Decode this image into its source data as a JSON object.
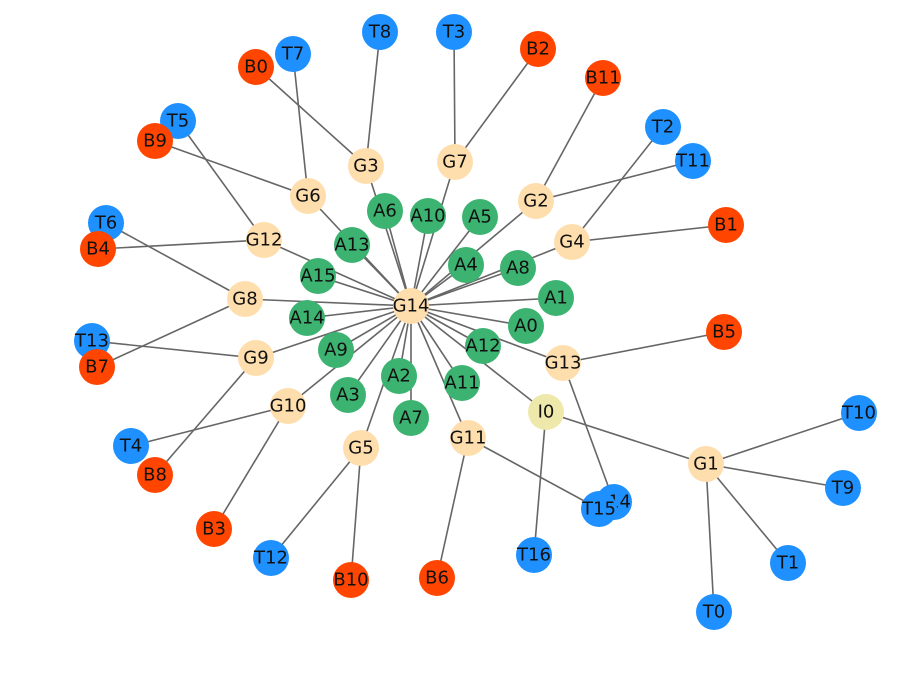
{
  "colors": {
    "A": "#3cb371",
    "G": "#ffdead",
    "T": "#1e90ff",
    "B": "#ff4500",
    "I": "#eee8aa",
    "edge": "#666666"
  },
  "nodes": [
    {
      "id": "G14",
      "group": "G"
    },
    {
      "id": "A0",
      "group": "A"
    },
    {
      "id": "A1",
      "group": "A"
    },
    {
      "id": "A2",
      "group": "A"
    },
    {
      "id": "A3",
      "group": "A"
    },
    {
      "id": "A4",
      "group": "A"
    },
    {
      "id": "A5",
      "group": "A"
    },
    {
      "id": "A6",
      "group": "A"
    },
    {
      "id": "A7",
      "group": "A"
    },
    {
      "id": "A8",
      "group": "A"
    },
    {
      "id": "A9",
      "group": "A"
    },
    {
      "id": "A10",
      "group": "A"
    },
    {
      "id": "A11",
      "group": "A"
    },
    {
      "id": "A12",
      "group": "A"
    },
    {
      "id": "A13",
      "group": "A"
    },
    {
      "id": "A14",
      "group": "A"
    },
    {
      "id": "A15",
      "group": "A"
    },
    {
      "id": "G1",
      "group": "G"
    },
    {
      "id": "G2",
      "group": "G"
    },
    {
      "id": "G3",
      "group": "G"
    },
    {
      "id": "G4",
      "group": "G"
    },
    {
      "id": "G5",
      "group": "G"
    },
    {
      "id": "G6",
      "group": "G"
    },
    {
      "id": "G7",
      "group": "G"
    },
    {
      "id": "G8",
      "group": "G"
    },
    {
      "id": "G9",
      "group": "G"
    },
    {
      "id": "G10",
      "group": "G"
    },
    {
      "id": "G11",
      "group": "G"
    },
    {
      "id": "G12",
      "group": "G"
    },
    {
      "id": "G13",
      "group": "G"
    },
    {
      "id": "I0",
      "group": "I"
    },
    {
      "id": "T0",
      "group": "T"
    },
    {
      "id": "T1",
      "group": "T"
    },
    {
      "id": "T2",
      "group": "T"
    },
    {
      "id": "T3",
      "group": "T"
    },
    {
      "id": "T4",
      "group": "T"
    },
    {
      "id": "T5",
      "group": "T"
    },
    {
      "id": "T6",
      "group": "T"
    },
    {
      "id": "T7",
      "group": "T"
    },
    {
      "id": "T8",
      "group": "T"
    },
    {
      "id": "T9",
      "group": "T"
    },
    {
      "id": "T10",
      "group": "T"
    },
    {
      "id": "T11",
      "group": "T"
    },
    {
      "id": "T12",
      "group": "T"
    },
    {
      "id": "T13",
      "group": "T"
    },
    {
      "id": "T14",
      "group": "T"
    },
    {
      "id": "T15",
      "group": "T"
    },
    {
      "id": "T16",
      "group": "T"
    },
    {
      "id": "B0",
      "group": "B"
    },
    {
      "id": "B1",
      "group": "B"
    },
    {
      "id": "B2",
      "group": "B"
    },
    {
      "id": "B3",
      "group": "B"
    },
    {
      "id": "B4",
      "group": "B"
    },
    {
      "id": "B5",
      "group": "B"
    },
    {
      "id": "B6",
      "group": "B"
    },
    {
      "id": "B7",
      "group": "B"
    },
    {
      "id": "B8",
      "group": "B"
    },
    {
      "id": "B9",
      "group": "B"
    },
    {
      "id": "B10",
      "group": "B"
    },
    {
      "id": "B11",
      "group": "B"
    }
  ],
  "edges": [
    [
      "G14",
      "A0"
    ],
    [
      "G14",
      "A1"
    ],
    [
      "G14",
      "A2"
    ],
    [
      "G14",
      "A3"
    ],
    [
      "G14",
      "A4"
    ],
    [
      "G14",
      "A5"
    ],
    [
      "G14",
      "A6"
    ],
    [
      "G14",
      "A7"
    ],
    [
      "G14",
      "A8"
    ],
    [
      "G14",
      "A9"
    ],
    [
      "G14",
      "A10"
    ],
    [
      "G14",
      "A11"
    ],
    [
      "G14",
      "A12"
    ],
    [
      "G14",
      "A13"
    ],
    [
      "G14",
      "A14"
    ],
    [
      "G14",
      "A15"
    ],
    [
      "G14",
      "G2"
    ],
    [
      "G14",
      "G3"
    ],
    [
      "G14",
      "G4"
    ],
    [
      "G14",
      "G5"
    ],
    [
      "G14",
      "G6"
    ],
    [
      "G14",
      "G7"
    ],
    [
      "G14",
      "G8"
    ],
    [
      "G14",
      "G9"
    ],
    [
      "G14",
      "G10"
    ],
    [
      "G14",
      "G11"
    ],
    [
      "G14",
      "G12"
    ],
    [
      "G14",
      "G13"
    ],
    [
      "G14",
      "I0"
    ],
    [
      "I0",
      "G1"
    ],
    [
      "I0",
      "T16"
    ],
    [
      "G1",
      "T0"
    ],
    [
      "G1",
      "T1"
    ],
    [
      "G1",
      "T9"
    ],
    [
      "G1",
      "T10"
    ],
    [
      "G2",
      "B11"
    ],
    [
      "G2",
      "T11"
    ],
    [
      "G3",
      "B0"
    ],
    [
      "G3",
      "T8"
    ],
    [
      "G4",
      "B1"
    ],
    [
      "G4",
      "T2"
    ],
    [
      "G5",
      "B10"
    ],
    [
      "G5",
      "T12"
    ],
    [
      "G6",
      "B9"
    ],
    [
      "G6",
      "T7"
    ],
    [
      "G7",
      "B2"
    ],
    [
      "G7",
      "T3"
    ],
    [
      "G8",
      "B7"
    ],
    [
      "G8",
      "T6"
    ],
    [
      "G9",
      "B8"
    ],
    [
      "G9",
      "T13"
    ],
    [
      "G10",
      "B3"
    ],
    [
      "G10",
      "T4"
    ],
    [
      "G11",
      "B6"
    ],
    [
      "G11",
      "T15"
    ],
    [
      "G12",
      "B4"
    ],
    [
      "G12",
      "T5"
    ],
    [
      "G13",
      "B5"
    ],
    [
      "G13",
      "T14"
    ]
  ]
}
